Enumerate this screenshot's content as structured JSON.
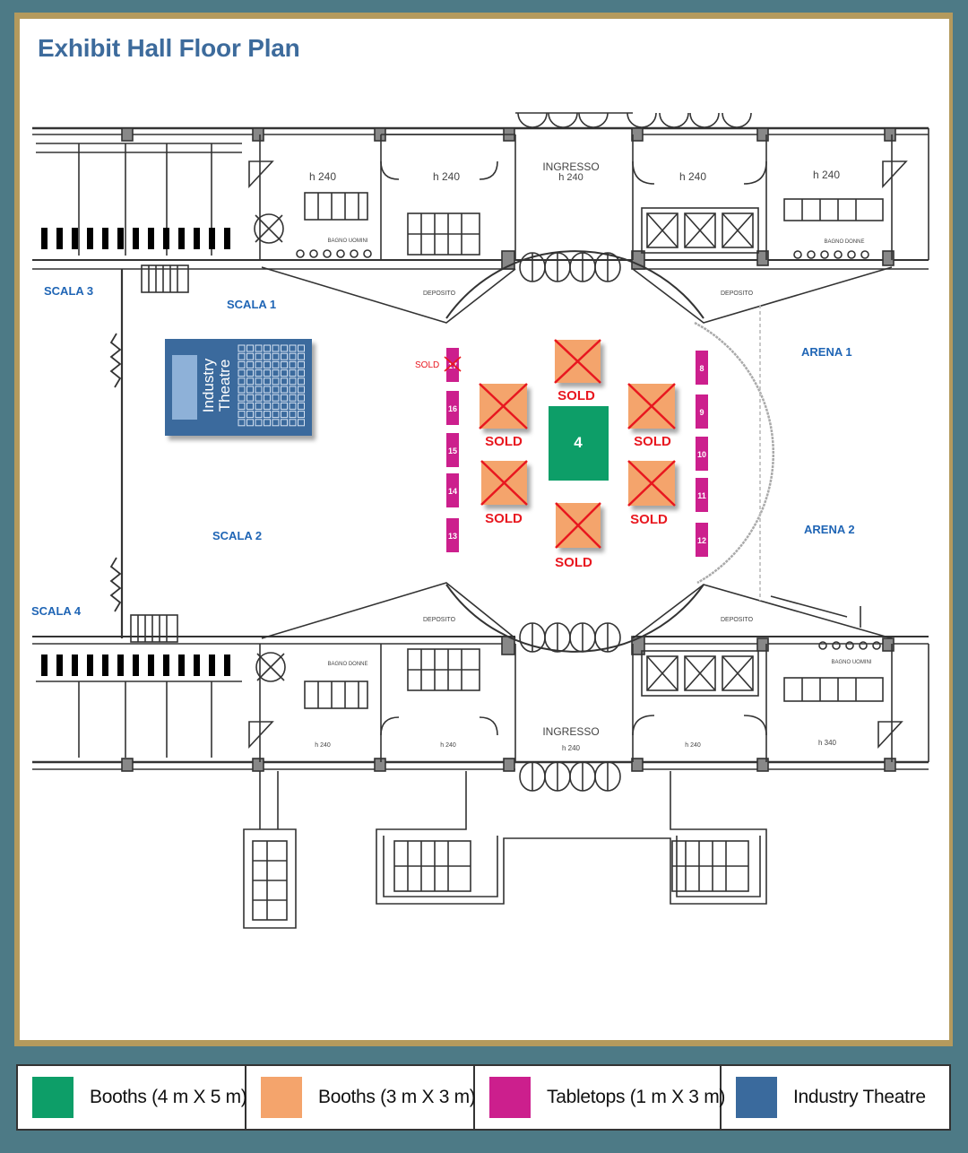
{
  "title": "Exhibit Hall Floor Plan",
  "colors": {
    "booth_large": "#0d9e68",
    "booth_small": "#f4a46c",
    "tabletop": "#cc1f8d",
    "theatre": "#3a6a9d",
    "sold": "#e8171f",
    "area_label": "#1f65b5",
    "frame": "#b49a5d",
    "background": "#4d7a86"
  },
  "areas": {
    "scala1": "SCALA 1",
    "scala2": "SCALA 2",
    "scala3": "SCALA 3",
    "scala4": "SCALA 4",
    "arena1": "ARENA 1",
    "arena2": "ARENA 2"
  },
  "plan_labels": {
    "ingresso_top": "INGRESSO",
    "ingresso_top_h": "h 240",
    "ingresso_bottom": "INGRESSO",
    "ingresso_bottom_h": "h 240",
    "h240": "h 240",
    "h240_small": "h 240",
    "h340": "h 340",
    "deposito": "DEPOSITO",
    "bagno_uomini": "BAGNO UOMINI",
    "bagno_donne": "BAGNO DONNE"
  },
  "theatre": {
    "label_line1": "Industry",
    "label_line2": "Theatre"
  },
  "booth_large": {
    "label": "4"
  },
  "sold_label": "SOLD",
  "booths_small": [
    {
      "id": "top",
      "status": "SOLD"
    },
    {
      "id": "upper-left",
      "status": "SOLD"
    },
    {
      "id": "upper-right",
      "status": "SOLD"
    },
    {
      "id": "lower-left",
      "status": "SOLD"
    },
    {
      "id": "lower-right",
      "status": "SOLD"
    },
    {
      "id": "bottom",
      "status": "SOLD"
    }
  ],
  "tabletops": [
    {
      "number": "17",
      "sold": true
    },
    {
      "number": "16",
      "sold": false
    },
    {
      "number": "15",
      "sold": false
    },
    {
      "number": "14",
      "sold": false
    },
    {
      "number": "13",
      "sold": false
    },
    {
      "number": "8",
      "sold": false
    },
    {
      "number": "9",
      "sold": false
    },
    {
      "number": "10",
      "sold": false
    },
    {
      "number": "11",
      "sold": false
    },
    {
      "number": "12",
      "sold": false
    }
  ],
  "legend": [
    {
      "label": "Booths (4 m X 5 m)",
      "color": "#0d9e68",
      "icon": "green-square-icon"
    },
    {
      "label": "Booths (3 m X 3 m)",
      "color": "#f4a46c",
      "icon": "orange-square-icon"
    },
    {
      "label": "Tabletops (1 m X 3 m)",
      "color": "#cc1f8d",
      "icon": "magenta-square-icon"
    },
    {
      "label": "Industry Theatre",
      "color": "#3a6a9d",
      "icon": "blue-square-icon"
    }
  ]
}
